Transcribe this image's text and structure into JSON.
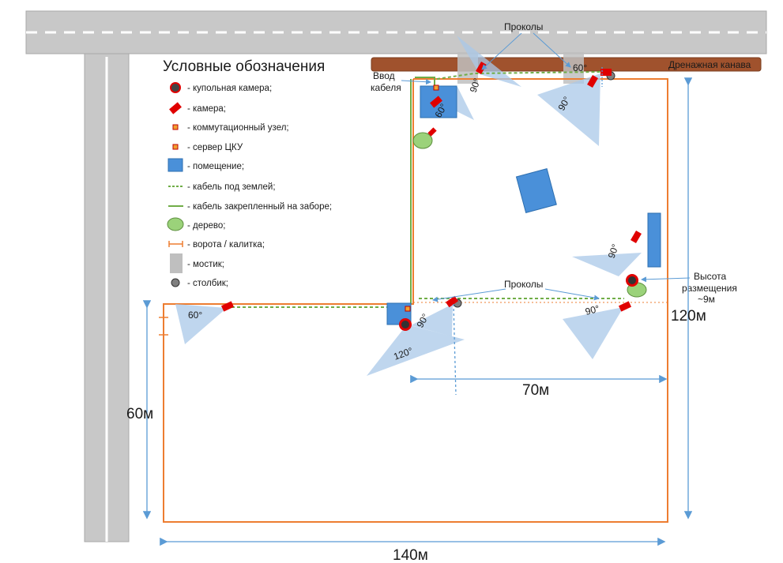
{
  "legend": {
    "title": "Условные обозначения",
    "items": [
      {
        "key": "dome_camera",
        "label": "- купольная камера;"
      },
      {
        "key": "camera",
        "label": "- камера;"
      },
      {
        "key": "switch_node",
        "label": "- коммутационный узел;"
      },
      {
        "key": "server",
        "label": "- сервер ЦКУ"
      },
      {
        "key": "room",
        "label": "- помещение;"
      },
      {
        "key": "cable_underground",
        "label": "- кабель под землей;"
      },
      {
        "key": "cable_fence",
        "label": "- кабель закрепленный на заборе;"
      },
      {
        "key": "tree",
        "label": "- дерево;"
      },
      {
        "key": "gate",
        "label": "- ворота / калитка;"
      },
      {
        "key": "bridge",
        "label": "- мостик;"
      },
      {
        "key": "post",
        "label": "- столбик;"
      }
    ]
  },
  "labels": {
    "punctures_top": "Проколы",
    "punctures_mid": "Проколы",
    "drainage_ditch": "Дренажная канава",
    "cable_entry_line1": "Ввод",
    "cable_entry_line2": "кабеля",
    "height_line1": "Высота",
    "height_line2": "размещения",
    "height_line3": "~9м"
  },
  "dimensions": {
    "width_total": "140м",
    "width_part": "70м",
    "height_left": "60м",
    "height_right": "120м"
  },
  "angles": {
    "a_top_left": "90°",
    "a_top_left_room": "60°",
    "a_top_right_60": "60°",
    "a_top_right_90": "90°",
    "a_right_mid": "90°",
    "a_left": "60°",
    "a_center_90": "90°",
    "a_center_120": "120°",
    "a_right_bottom": "90°"
  },
  "colors": {
    "road": "#c8c8c8",
    "road_marking": "#ffffff",
    "fence": "#ed7d31",
    "ditch": "#a0522d",
    "room": "#4a90d9",
    "camera": "#e00000",
    "cable": "#70ad47",
    "tree": "#9bd27a",
    "fov": "#a9c8e8",
    "dim_arrow": "#5b9bd5",
    "bridge": "#bfbfbf",
    "post": "#7f7f7f"
  }
}
